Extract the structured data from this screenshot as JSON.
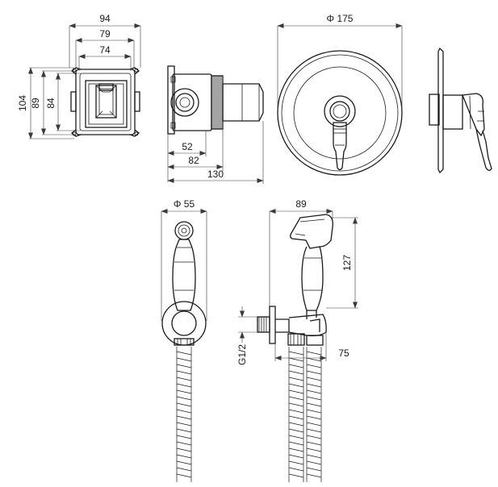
{
  "dimensions": {
    "box_outer_width": "94",
    "box_mid_width": "79",
    "box_inner_width": "74",
    "box_outer_height": "104",
    "box_mid_height": "89",
    "box_inner_height": "84",
    "body_depth_1": "52",
    "body_depth_2": "82",
    "body_depth_total": "130",
    "plate_diameter": "Φ 175",
    "holder_diameter": "Φ 55",
    "shower_width": "89",
    "shower_height": "127",
    "outlet_projection": "75",
    "thread": "G1/2"
  }
}
